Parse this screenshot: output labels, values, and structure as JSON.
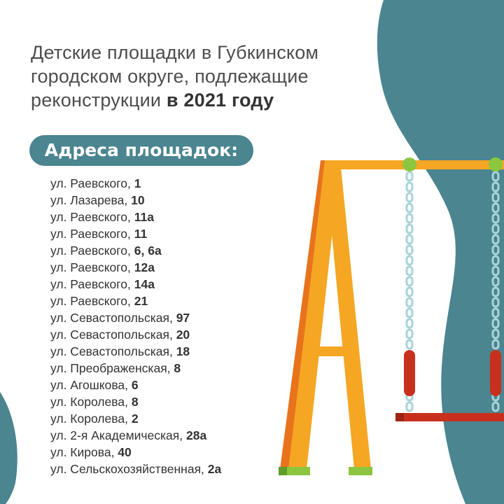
{
  "title": {
    "line1": "Детские площадки в Губкинском",
    "line2": "городском округе, подлежащие",
    "line3_regular": "реконструкции ",
    "line3_bold": "в 2021 году"
  },
  "heading": "Адреса площадок:",
  "addresses": [
    {
      "street": "ул. Раевского, ",
      "number": "1"
    },
    {
      "street": "ул. Лазарева, ",
      "number": "10"
    },
    {
      "street": "ул. Раевского, ",
      "number": "11а"
    },
    {
      "street": "ул. Раевского, ",
      "number": "11"
    },
    {
      "street": "ул. Раевского, ",
      "number": "6, 6а"
    },
    {
      "street": "ул. Раевского, ",
      "number": "12а"
    },
    {
      "street": "ул. Раевского, ",
      "number": "14а"
    },
    {
      "street": "ул. Раевского, ",
      "number": "21"
    },
    {
      "street": "ул. Севастопольская, ",
      "number": "97"
    },
    {
      "street": "ул. Севастопольская, ",
      "number": "20"
    },
    {
      "street": "ул. Севастопольская, ",
      "number": "18"
    },
    {
      "street": "ул. Преображенская, ",
      "number": "8"
    },
    {
      "street": "ул. Агошкова, ",
      "number": "6"
    },
    {
      "street": "ул. Королева, ",
      "number": "8"
    },
    {
      "street": "ул. Королева, ",
      "number": "2"
    },
    {
      "street": "ул. 2-я Академическая, ",
      "number": "28а"
    },
    {
      "street": "ул. Кирова, ",
      "number": "40"
    },
    {
      "street": "ул. Сельскохозяйственная, ",
      "number": "2а"
    }
  ],
  "colors": {
    "teal": "#4a8590",
    "frame_orange": "#f5a623",
    "frame_dark_orange": "#e8731c",
    "seat_red": "#c8301e",
    "joint_green": "#8cc63f",
    "chain": "#a8d4da"
  },
  "illustration": {
    "icon": "swing-set-icon"
  }
}
